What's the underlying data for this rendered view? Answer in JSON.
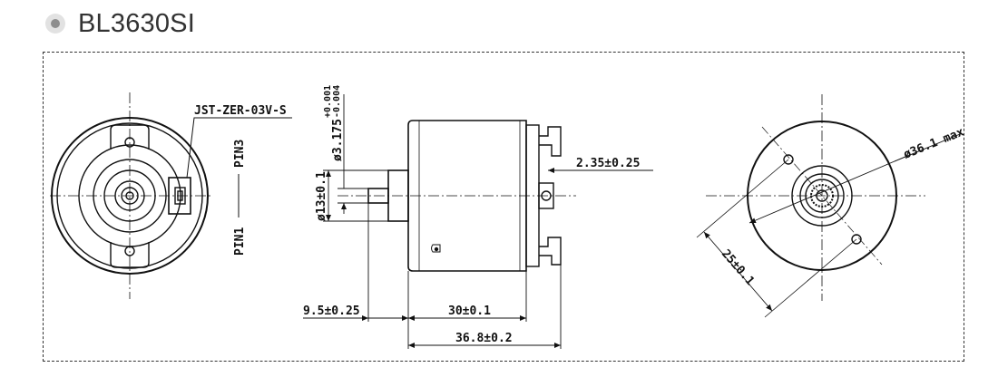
{
  "header": {
    "title": "BL3630SI",
    "bullet_icon": "radio-dot-icon"
  },
  "drawing": {
    "connector_label": "JST-ZER-03V-S",
    "pin3_label": "PIN3",
    "pin1_label": "PIN1",
    "shaft_diameter": "ø3.175",
    "shaft_tol_plus": "+0.001",
    "shaft_tol_minus": "-0.004",
    "boss_diameter": "ø13±0.1",
    "terminal_offset": "2.35±0.25",
    "shaft_length": "9.5±0.25",
    "body_length": "30±0.1",
    "total_length": "36.8±0.2",
    "max_diameter": "ø36.1 max",
    "hole_spacing": "25±0.1"
  },
  "colors": {
    "line": "#111111",
    "frame": "#333333",
    "bullet_outer": "#e2e2e2",
    "bullet_inner": "#8d8d8d"
  }
}
